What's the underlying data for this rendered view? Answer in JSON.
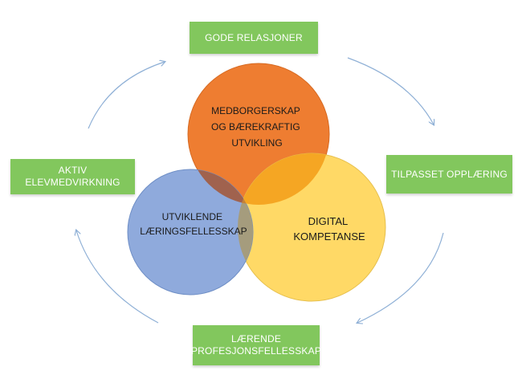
{
  "colors": {
    "box": "#82c75d",
    "arrow": "#8fb0d6",
    "orange": "#ee7d31",
    "blue": "#8faadc",
    "yellow": "#ffd966",
    "overlap": "#f5a623"
  },
  "circles": {
    "top": {
      "lines": [
        "MEDBORGERSKAP",
        "OG  BÆREKRAFTIG",
        "UTVIKLING"
      ]
    },
    "left": {
      "lines": [
        "UTVIKLENDE",
        "LÆRINGSFELLESSKAP"
      ]
    },
    "right": {
      "lines": [
        "DIGITAL",
        "KOMPETANSE"
      ]
    }
  },
  "boxes": {
    "top": {
      "lines": [
        "GODE RELASJONER"
      ]
    },
    "right": {
      "lines": [
        "TILPASSET OPPLÆRING"
      ]
    },
    "bottom": {
      "lines": [
        "LÆRENDE",
        "PROFESJONSFELLESSKAP"
      ]
    },
    "left": {
      "lines": [
        "AKTIV",
        "ELEVMEDVIRKNING"
      ]
    }
  },
  "arrows": {
    "direction": "clockwise",
    "count": 4
  }
}
